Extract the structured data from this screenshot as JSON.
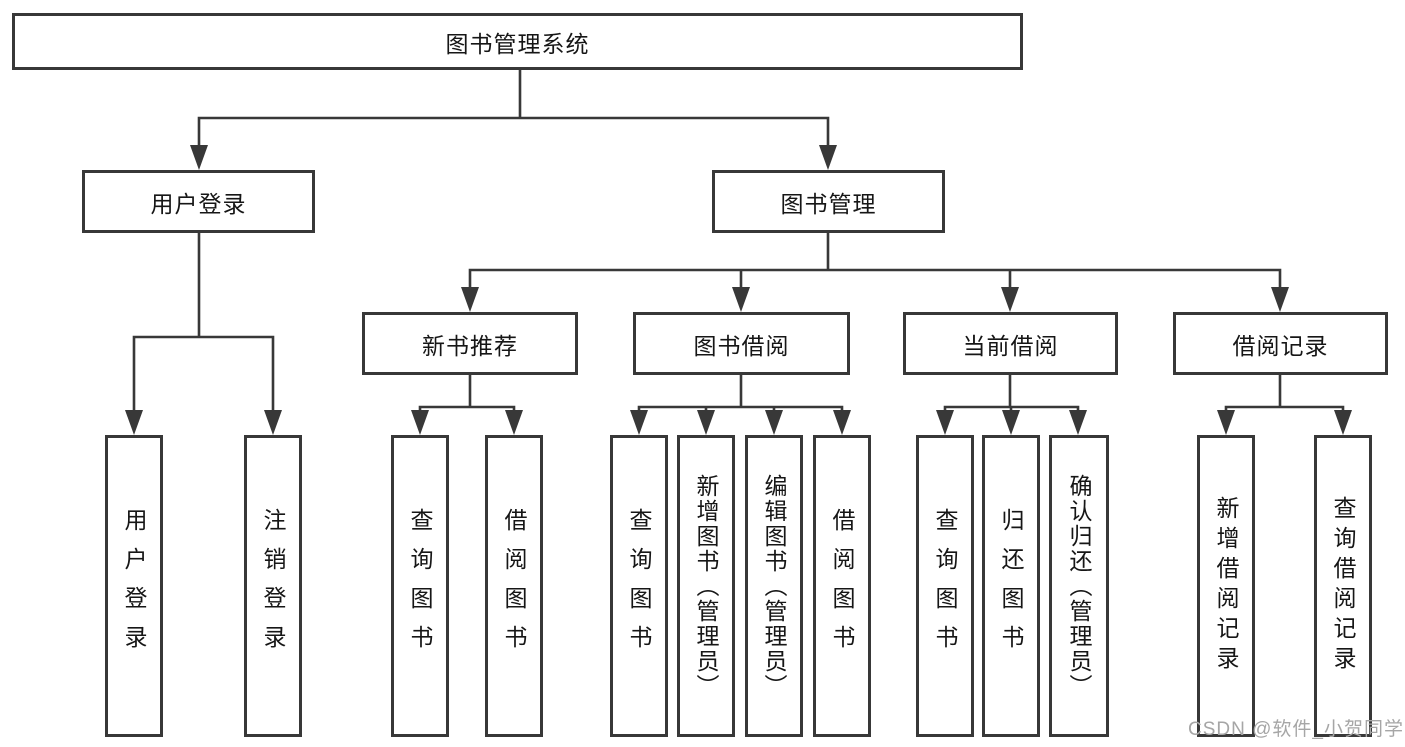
{
  "diagram": {
    "title": "图书管理系统",
    "level2": {
      "user_login": "用户登录",
      "book_mgmt": "图书管理"
    },
    "level3": {
      "new_book_rec": "新书推荐",
      "book_borrow": "图书借阅",
      "current_borrow": "当前借阅",
      "borrow_record": "借阅记录"
    },
    "leaves": {
      "user_login": "用户登录",
      "logout": "注销登录",
      "query_book_1": "查询图书",
      "borrow_book_1": "借阅图书",
      "query_book_2": "查询图书",
      "add_book_admin": "新增图书（管理员）",
      "edit_book_admin": "编辑图书（管理员）",
      "borrow_book_2": "借阅图书",
      "query_book_3": "查询图书",
      "return_book": "归还图书",
      "confirm_return_admin": "确认归还（管理员）",
      "add_borrow_record": "新增借阅记录",
      "query_borrow_record": "查询借阅记录"
    },
    "watermark": "CSDN @软件_小贺同学",
    "colors": {
      "line": "#383838",
      "text": "#161616",
      "background": "#ffffff",
      "watermark": "#a6a6a6"
    }
  }
}
